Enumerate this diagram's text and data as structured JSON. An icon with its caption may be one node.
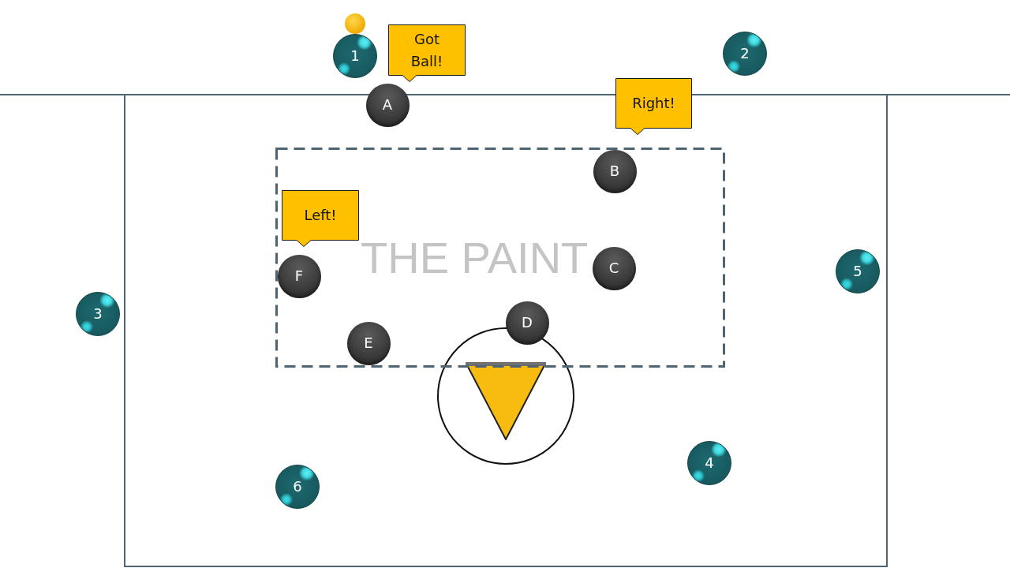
{
  "diagram": {
    "nodes": [
      {
        "text": [
          "1"
        ]
      },
      {
        "text": [
          "Got Ball!"
        ]
      },
      {
        "text": [
          "2"
        ]
      },
      {
        "text": [
          "A"
        ]
      },
      {
        "text": [
          "Right!"
        ]
      },
      {
        "text": [
          "THE PAINT"
        ]
      },
      {
        "text": [
          "B"
        ],
        "in": 5
      },
      {
        "text": [
          "Left!"
        ],
        "in": 5
      },
      {
        "text": [
          "F"
        ],
        "in": 5
      },
      {
        "text": [
          "C"
        ],
        "in": 5
      },
      {
        "text": [
          "5"
        ]
      },
      {
        "text": [
          "3"
        ]
      },
      {
        "text": [
          "D"
        ],
        "in": 5
      },
      {
        "text": [
          "E"
        ],
        "in": 5
      },
      {
        "text": [
          "4"
        ]
      },
      {
        "text": [
          "6"
        ]
      }
    ]
  }
}
